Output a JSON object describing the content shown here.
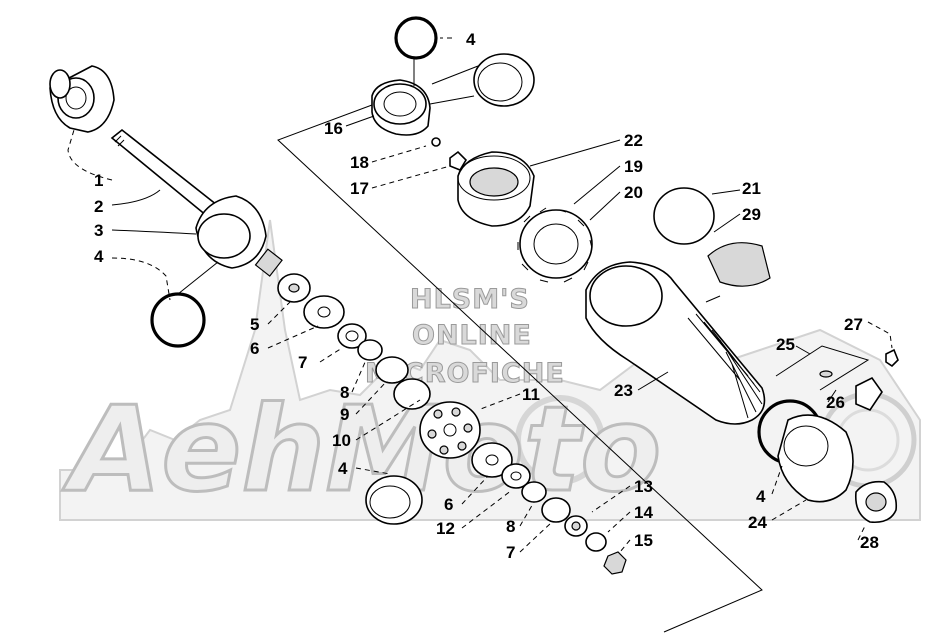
{
  "watermark": {
    "line1": "HLSM'S",
    "line2": "ONLINE",
    "line3": "MICROFICHE",
    "logo": "AehMoto"
  },
  "callouts": [
    {
      "id": "c1",
      "text": "1"
    },
    {
      "id": "c2",
      "text": "2"
    },
    {
      "id": "c3",
      "text": "3"
    },
    {
      "id": "c4a",
      "text": "4"
    },
    {
      "id": "c4b",
      "text": "4"
    },
    {
      "id": "c4c",
      "text": "4"
    },
    {
      "id": "c4d",
      "text": "4"
    },
    {
      "id": "c5",
      "text": "5"
    },
    {
      "id": "c6a",
      "text": "6"
    },
    {
      "id": "c6b",
      "text": "6"
    },
    {
      "id": "c7a",
      "text": "7"
    },
    {
      "id": "c7b",
      "text": "7"
    },
    {
      "id": "c8a",
      "text": "8"
    },
    {
      "id": "c8b",
      "text": "8"
    },
    {
      "id": "c9",
      "text": "9"
    },
    {
      "id": "c10",
      "text": "10"
    },
    {
      "id": "c11",
      "text": "11"
    },
    {
      "id": "c12",
      "text": "12"
    },
    {
      "id": "c13",
      "text": "13"
    },
    {
      "id": "c14",
      "text": "14"
    },
    {
      "id": "c15",
      "text": "15"
    },
    {
      "id": "c16",
      "text": "16"
    },
    {
      "id": "c17",
      "text": "17"
    },
    {
      "id": "c18",
      "text": "18"
    },
    {
      "id": "c19",
      "text": "19"
    },
    {
      "id": "c20",
      "text": "20"
    },
    {
      "id": "c21",
      "text": "21"
    },
    {
      "id": "c22",
      "text": "22"
    },
    {
      "id": "c23",
      "text": "23"
    },
    {
      "id": "c24",
      "text": "24"
    },
    {
      "id": "c25",
      "text": "25"
    },
    {
      "id": "c26",
      "text": "26"
    },
    {
      "id": "c27",
      "text": "27"
    },
    {
      "id": "c28",
      "text": "28"
    },
    {
      "id": "c29",
      "text": "29"
    }
  ]
}
